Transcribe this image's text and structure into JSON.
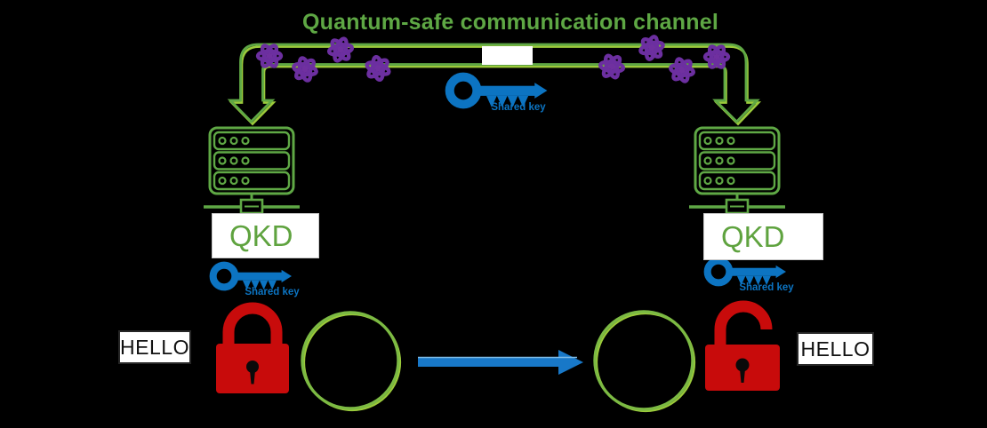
{
  "diagram": {
    "title": "Quantum-safe communication channel"
  },
  "center_channel": {
    "shared_key_label": "Shared key"
  },
  "left_node": {
    "qkd_label": "QKD",
    "shared_key_label": "Shared key",
    "message": "HELLO"
  },
  "right_node": {
    "qkd_label": "QKD",
    "shared_key_label": "Shared key",
    "message": "HELLO"
  },
  "colors": {
    "background": "#000000",
    "channel_green": "#5FA845",
    "channel_highlight": "#9CCB3B",
    "title_green": "#5EA744",
    "qkd_text_green": "#5FA33F",
    "key_blue": "#0C74C2",
    "transmission_arrow_blue": "#1878C8",
    "lock_red": "#C80B0B",
    "atom_purple": "#7030A0",
    "message_text": "#111111",
    "box_white": "#FFFFFF"
  },
  "icons": {
    "atom": "atom-icon",
    "shared_key": "key-icon",
    "qkd_server": "server-rack-icon",
    "left_lock": "padlock-closed-icon",
    "right_lock": "padlock-open-icon",
    "channel_ends": "arrow-down-icon",
    "transmission": "arrow-right-icon",
    "message_slots": "circle-outline-icon"
  }
}
